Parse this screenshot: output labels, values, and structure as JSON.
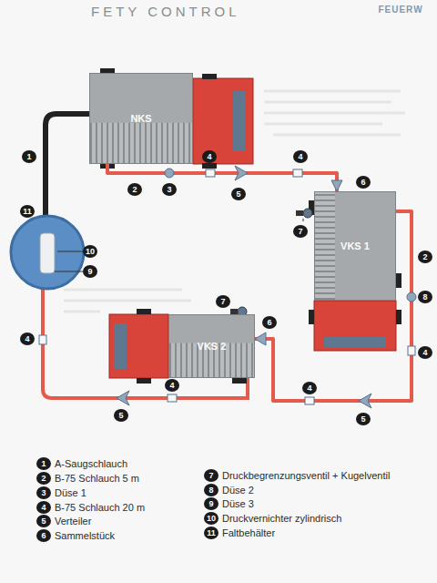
{
  "diagram": {
    "title": "FETY CONTROL",
    "nodes": [
      {
        "text": [
          "NKS"
        ]
      },
      {
        "text": [
          "VKS 1"
        ]
      },
      {
        "text": [
          "VKS 2"
        ]
      }
    ],
    "edges": [
      {
        "from": 0,
        "to": 1,
        "arrow": "none"
      },
      {
        "from": 1,
        "to": 2,
        "arrow": "none"
      }
    ],
    "labels": [
      "FEUERW",
      "1",
      "2",
      "3",
      "4",
      "5",
      "4",
      "6",
      "7",
      "11",
      "10",
      "9",
      "2",
      "8",
      "4",
      "7",
      "6",
      "4",
      "4",
      "5",
      "4",
      "5",
      "1",
      "2",
      "3",
      "4",
      "5",
      "6",
      "7",
      "8",
      "9",
      "10",
      "11"
    ],
    "legend": [
      {
        "text": "A-Saugschlauch"
      },
      {
        "text": "B-75 Schlauch 5 m"
      },
      {
        "text": "Düse 1"
      },
      {
        "text": "B-75 Schlauch 20 m"
      },
      {
        "text": "Verteiler"
      },
      {
        "text": "Sammelstück"
      },
      {
        "text": "Druckbegrenzungsventil + Kugelventil"
      },
      {
        "text": "Düse 2"
      },
      {
        "text": "Düse 3"
      },
      {
        "text": "Druckvernichter zylindrisch"
      },
      {
        "text": "Faltbehälter"
      }
    ]
  }
}
